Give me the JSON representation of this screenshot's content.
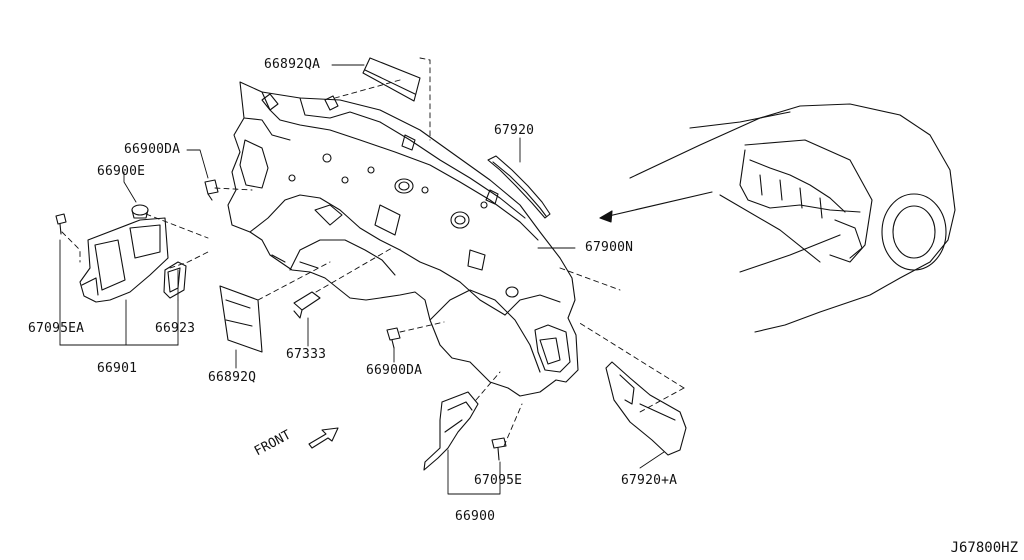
{
  "labels": {
    "p66892QA": "66892QA",
    "p67920": "67920",
    "p66900DA_top": "66900DA",
    "p66900E": "66900E",
    "p67900N": "67900N",
    "p67095EA": "67095EA",
    "p66923": "66923",
    "p66901": "66901",
    "p67333": "67333",
    "p66892Q": "66892Q",
    "p66900DA_bottom": "66900DA",
    "p67095E": "67095E",
    "p66900": "66900",
    "p67920A": "67920+A"
  },
  "front_label": "FRONT",
  "diagram_id": "J67800HZ"
}
